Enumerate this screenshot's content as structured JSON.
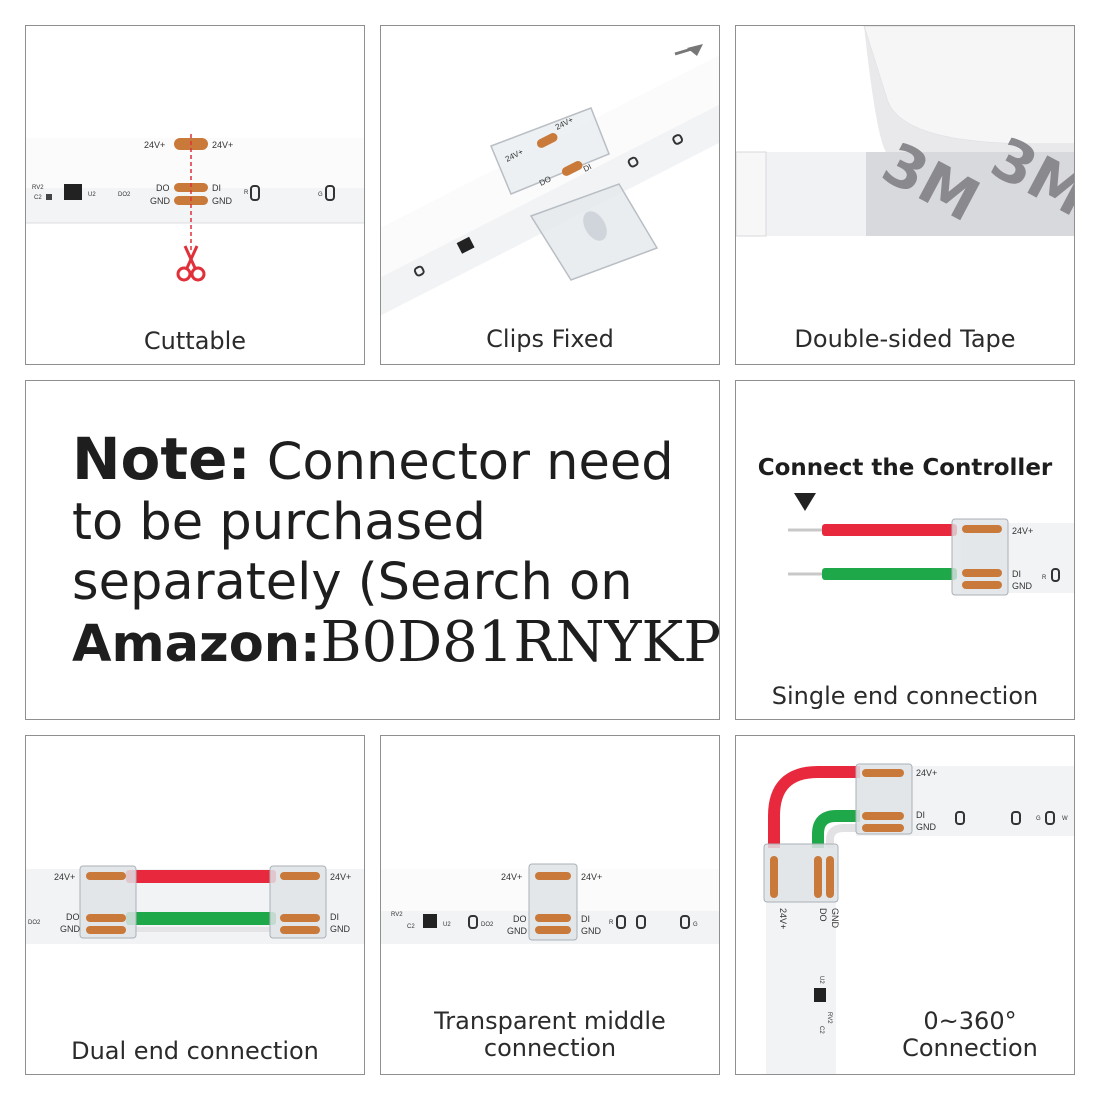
{
  "panels": {
    "cuttable": {
      "caption": "Cuttable",
      "labels": {
        "v_left": "24V+",
        "v_right": "24V+",
        "do": "DO",
        "di": "DI",
        "gnd_left": "GND",
        "gnd_right": "GND",
        "rv2": "RV2",
        "c2": "C2",
        "u2": "U2",
        "do2": "DO2",
        "r": "R",
        "g": "G"
      }
    },
    "clips": {
      "caption": "Clips Fixed",
      "labels": {
        "v1": "24V+",
        "v2": "24V+",
        "do": "DO",
        "di": "DI"
      }
    },
    "tape": {
      "caption": "Double-sided Tape",
      "brand": "3M"
    },
    "note": {
      "bold": "Note:",
      "text": " Connector need to be purchased separately (Search on ",
      "amazon": "Amazon:",
      "code": "B0D81RNYKP",
      "close": ")"
    },
    "single": {
      "title": "Connect the Controller",
      "caption": "Single end connection",
      "labels": {
        "v": "24V+",
        "di": "DI",
        "gnd": "GND",
        "r": "R"
      }
    },
    "dual": {
      "caption": "Dual end connection",
      "labels": {
        "v_left": "24V+",
        "v_right": "24V+",
        "do": "DO",
        "di": "DI",
        "gnd_left": "GND",
        "gnd_right": "GND",
        "do2": "DO2"
      }
    },
    "middle": {
      "caption_line1": "Transparent middle",
      "caption_line2": "connection",
      "labels": {
        "v_left": "24V+",
        "v_right": "24V+",
        "do": "DO",
        "di": "DI",
        "gnd_left": "GND",
        "gnd_right": "GND",
        "rv2": "RV2",
        "c2": "C2",
        "u2": "U2",
        "do2": "DO2",
        "r": "R",
        "g": "G"
      }
    },
    "corner": {
      "caption_line1": "0~360°",
      "caption_line2": "Connection",
      "labels": {
        "v_top": "24V+",
        "di": "DI",
        "gnd": "GND",
        "v_side": "24V+",
        "do": "DO",
        "gnd_side": "GND",
        "u2": "U2",
        "rv2": "RV2",
        "c2": "C2",
        "w": "W",
        "g": "G"
      }
    }
  },
  "colors": {
    "border": "#8f8f8f",
    "pad": "#c97a3a",
    "red_wire": "#e8283c",
    "green_wire": "#1fa84a",
    "cut_line": "#e0303a",
    "strip": "#f4f5f7"
  }
}
